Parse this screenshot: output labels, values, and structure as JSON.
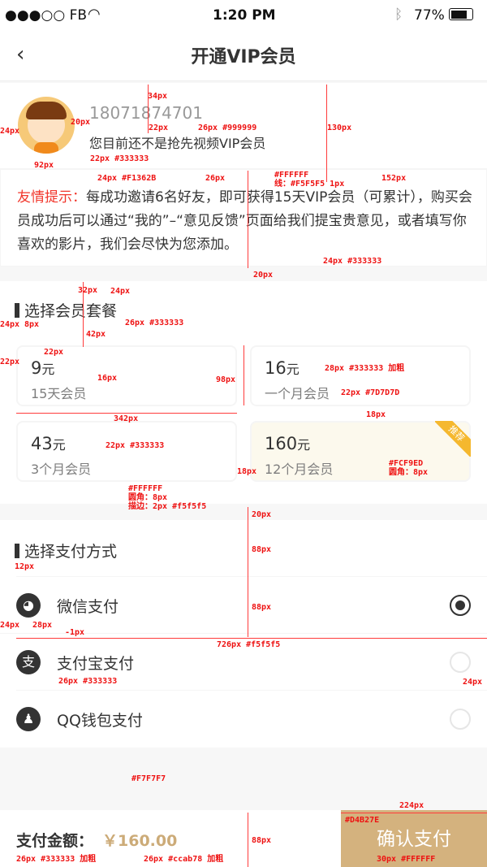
{
  "status_bar": {
    "carrier": "●●●○○ FB",
    "time": "1:20 PM",
    "battery": "77%",
    "icons": [
      "wifi-icon",
      "bluetooth-icon",
      "battery-icon"
    ]
  },
  "nav": {
    "title": "开通VIP会员",
    "back_icon": "chevron-left-icon"
  },
  "profile": {
    "phone": "18071874701",
    "status": "您目前还不是抢先视频VIP会员"
  },
  "tip": {
    "label": "友情提示：",
    "text": "每成功邀请6名好友，即可获得15天VIP会员（可累计），购买会员成功后可以通过“我的”–“意见反馈”页面给我们提宝贵意见，或者填写你喜欢的影片，我们会尽快为您添加。"
  },
  "packages": {
    "title": "选择会员套餐",
    "unit": "元",
    "badge": "推荐",
    "items": [
      {
        "price": "9",
        "duration": "15天会员"
      },
      {
        "price": "16",
        "duration": "一个月会员"
      },
      {
        "price": "43",
        "duration": "3个月会员"
      },
      {
        "price": "160",
        "duration": "12个月会员",
        "highlighted": true
      }
    ]
  },
  "payment": {
    "title": "选择支付方式",
    "methods": [
      {
        "label": "微信支付",
        "icon": "wechat-icon",
        "selected": true
      },
      {
        "label": "支付宝支付",
        "icon": "alipay-icon",
        "selected": false
      },
      {
        "label": "QQ钱包支付",
        "icon": "qq-icon",
        "selected": false
      }
    ]
  },
  "footer": {
    "amount_label": "支付金额：",
    "amount": "￥160.00",
    "confirm": "确认支付"
  },
  "colors": {
    "accent": "#D4B27E",
    "amount": "#ccab78",
    "tip_label": "#F1362B",
    "card_highlight": "#FCF9ED",
    "background": "#F7F7F7"
  },
  "annotations": [
    "34px",
    "20px",
    "24px",
    "22px",
    "26px #999999",
    "130px",
    "22px #333333",
    "92px",
    "#FFFFFF",
    "线：#F5F5F5 1px",
    "26px",
    "24px #F1362B",
    "152px",
    "24px #333333",
    "20px",
    "32px",
    "24px",
    "24px",
    "8px",
    "26px #333333",
    "42px",
    "22px",
    "22px",
    "16px",
    "98px",
    "28px #333333 加粗",
    "22px #7D7D7D",
    "342px",
    "18px",
    "22px #333333",
    "18px",
    "#FCF9ED",
    "圆角：8px",
    "#FFFFFF",
    "圆角：8px",
    "描边：2px #f5f5f5",
    "20px",
    "88px",
    "12px",
    "24px",
    "28px",
    "88px",
    "-1px",
    "726px  #f5f5f5",
    "24px",
    "26px #333333",
    "#F7F7F7",
    "224px",
    "#D4B27E",
    "88px",
    "26px #333333 加粗",
    "26px #ccab78 加粗",
    "30px #FFFFFF"
  ]
}
